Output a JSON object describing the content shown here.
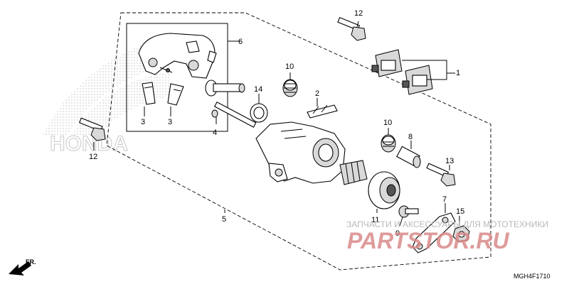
{
  "callouts": [
    {
      "id": "c1",
      "text": "1"
    },
    {
      "id": "c2",
      "text": "2"
    },
    {
      "id": "c3a",
      "text": "3"
    },
    {
      "id": "c3b",
      "text": "3"
    },
    {
      "id": "c4",
      "text": "4"
    },
    {
      "id": "c5",
      "text": "5"
    },
    {
      "id": "c6",
      "text": "6"
    },
    {
      "id": "c7",
      "text": "7"
    },
    {
      "id": "c8",
      "text": "8"
    },
    {
      "id": "c9",
      "text": "9"
    },
    {
      "id": "c10a",
      "text": "10"
    },
    {
      "id": "c10b",
      "text": "10"
    },
    {
      "id": "c11",
      "text": "11"
    },
    {
      "id": "c12a",
      "text": "12"
    },
    {
      "id": "c12b",
      "text": "12"
    },
    {
      "id": "c13",
      "text": "13"
    },
    {
      "id": "c14",
      "text": "14"
    },
    {
      "id": "c15",
      "text": "15"
    }
  ],
  "direction_label": "FR.",
  "diagram_code": "MGH4F1710",
  "watermark": {
    "tagline": "ЗАПЧАСТИ И АКСЕССУАРЫ ДЛЯ МОТОТЕХНИКИ",
    "brand": "PARTSTOR.RU",
    "background_logo": "HONDA"
  },
  "colors": {
    "watermark_red": "#d98a8a",
    "line": "#000000"
  }
}
